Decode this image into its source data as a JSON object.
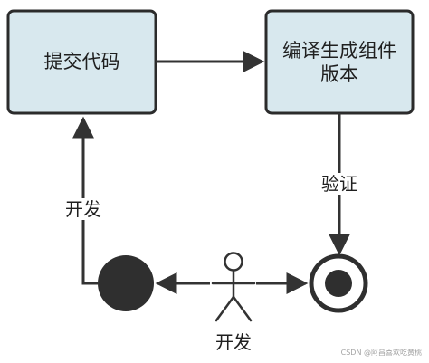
{
  "nodes": {
    "submit_code": "提交代码",
    "build_line1": "编译生成组件",
    "build_line2": "版本",
    "verify": "验证",
    "develop_side": "开发",
    "develop_bottom": "开发"
  },
  "watermark": "CSDN @阿昌喜欢吃黄桃",
  "colors": {
    "box_fill": "#d8e8ee",
    "box_stroke": "#2b2b2b",
    "line": "#333333",
    "node_fill": "#2f2f2f"
  }
}
